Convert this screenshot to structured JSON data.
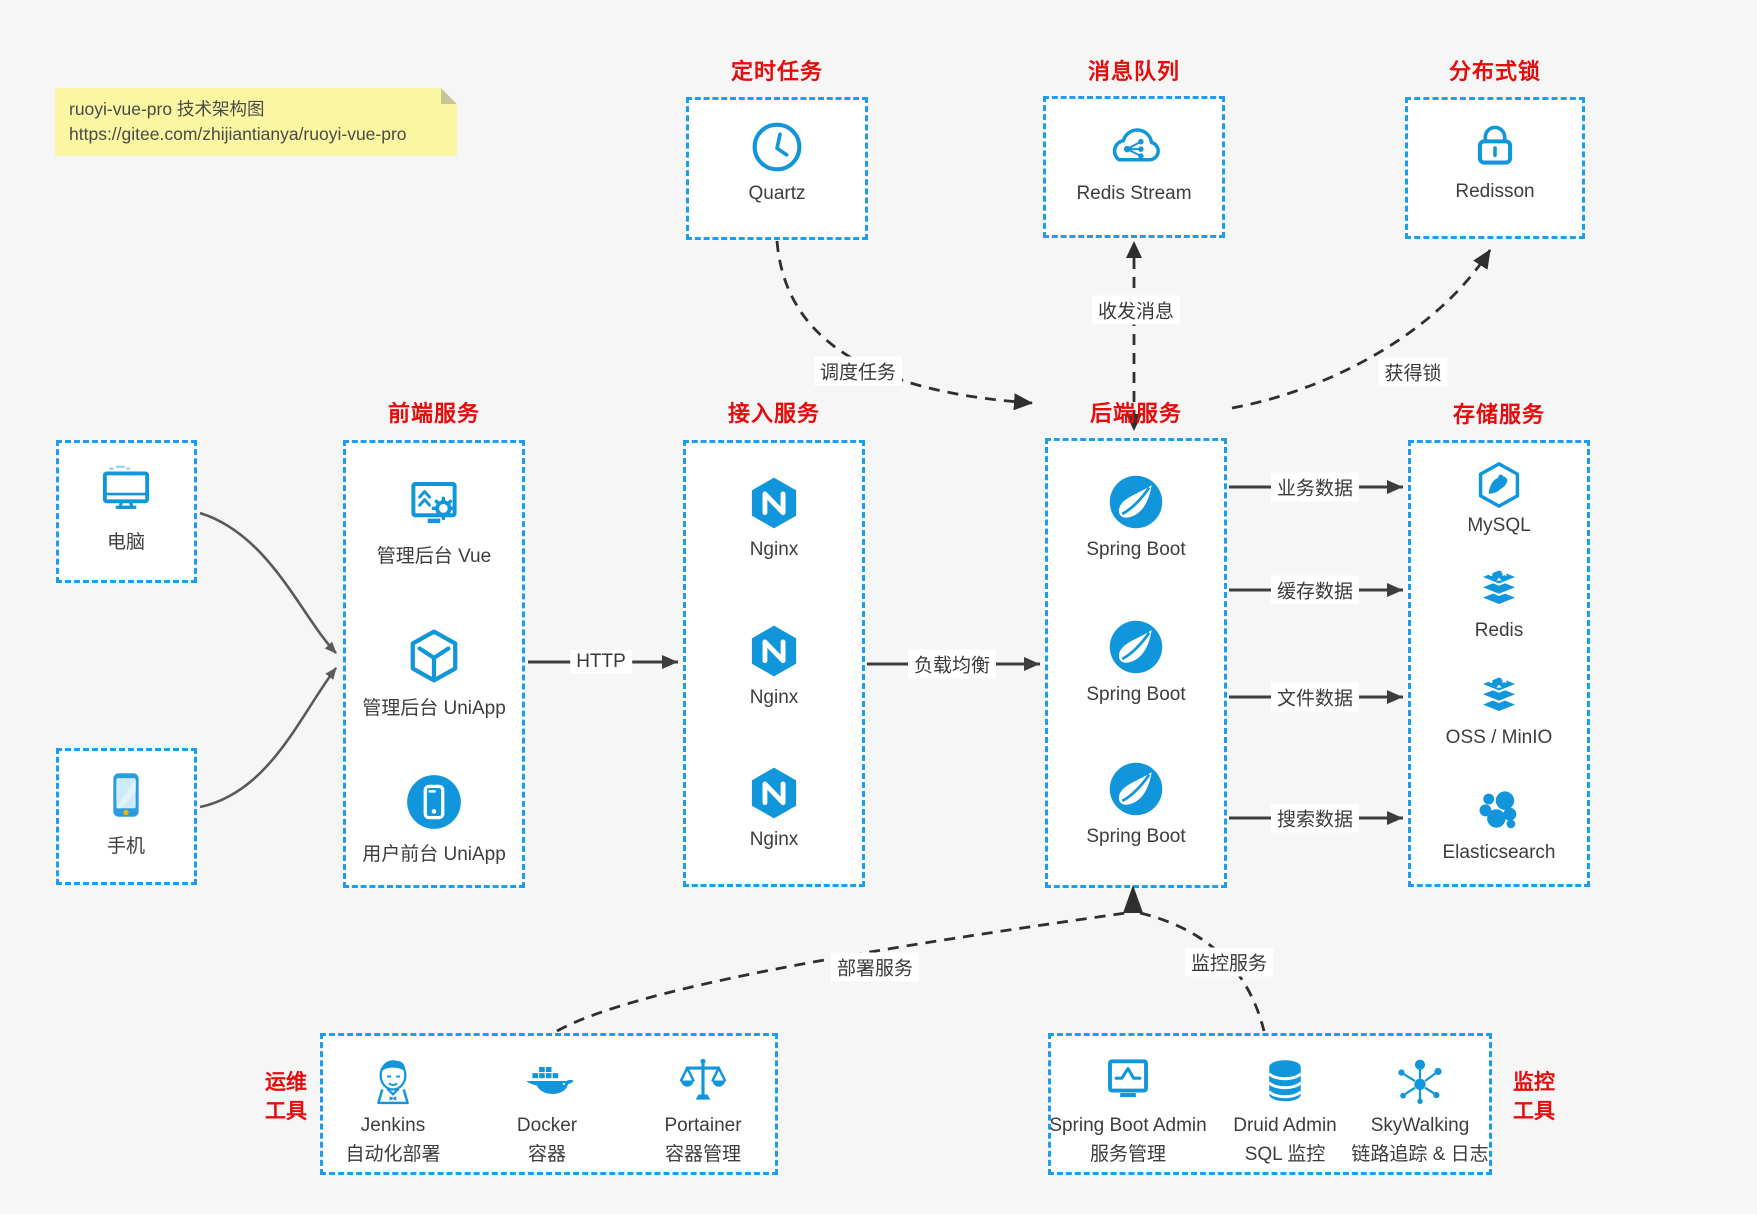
{
  "note": {
    "line1": "ruoyi-vue-pro 技术架构图",
    "line2": "https://gitee.com/zhijiantianya/ruoyi-vue-pro"
  },
  "titles": {
    "scheduler": "定时任务",
    "mq": "消息队列",
    "lock": "分布式锁",
    "frontend": "前端服务",
    "gateway": "接入服务",
    "backend": "后端服务",
    "storage": "存储服务"
  },
  "side_titles": {
    "devops_line1": "运维",
    "devops_line2": "工具",
    "monitor_line1": "监控",
    "monitor_line2": "工具"
  },
  "items": {
    "quartz": {
      "label": "Quartz",
      "icon": "clock-icon"
    },
    "redis_stream": {
      "label": "Redis Stream",
      "icon": "cloud-stream-icon"
    },
    "redisson": {
      "label": "Redisson",
      "icon": "padlock-icon"
    },
    "pc": {
      "label": "电脑",
      "icon": "desktop-icon"
    },
    "mobile": {
      "label": "手机",
      "icon": "smartphone-icon"
    },
    "frontend": [
      {
        "label": "管理后台 Vue",
        "icon": "admin-vue-icon"
      },
      {
        "label": "管理后台 UniApp",
        "icon": "uniapp-cube-icon"
      },
      {
        "label": "用户前台 UniApp",
        "icon": "user-app-icon"
      }
    ],
    "gateway": [
      {
        "label": "Nginx",
        "icon": "nginx-icon"
      },
      {
        "label": "Nginx",
        "icon": "nginx-icon"
      },
      {
        "label": "Nginx",
        "icon": "nginx-icon"
      }
    ],
    "backend": [
      {
        "label": "Spring Boot",
        "icon": "spring-boot-icon"
      },
      {
        "label": "Spring Boot",
        "icon": "spring-boot-icon"
      },
      {
        "label": "Spring Boot",
        "icon": "spring-boot-icon"
      }
    ],
    "storage": [
      {
        "label": "MySQL",
        "icon": "mysql-icon"
      },
      {
        "label": "Redis",
        "icon": "redis-stack-icon"
      },
      {
        "label": "OSS / MinIO",
        "icon": "oss-stack-icon"
      },
      {
        "label": "Elasticsearch",
        "icon": "elasticsearch-icon"
      }
    ],
    "devops": [
      {
        "label": "Jenkins",
        "sublabel": "自动化部署",
        "icon": "jenkins-icon"
      },
      {
        "label": "Docker",
        "sublabel": "容器",
        "icon": "docker-icon"
      },
      {
        "label": "Portainer",
        "sublabel": "容器管理",
        "icon": "portainer-icon"
      }
    ],
    "monitor": [
      {
        "label": "Spring Boot Admin",
        "sublabel": "服务管理",
        "icon": "springboot-admin-icon"
      },
      {
        "label": "Druid Admin",
        "sublabel": "SQL 监控",
        "icon": "druid-icon"
      },
      {
        "label": "SkyWalking",
        "sublabel": "链路追踪 & 日志",
        "icon": "skywalking-icon"
      }
    ]
  },
  "arrows": {
    "http": "HTTP",
    "load_balance": "负载均衡",
    "business": "业务数据",
    "cache": "缓存数据",
    "file": "文件数据",
    "search": "搜索数据",
    "schedule": "调度任务",
    "messaging": "收发消息",
    "lock": "获得锁",
    "deploy": "部署服务",
    "monitoring": "监控服务"
  },
  "colors": {
    "icon_blue": "#1296db",
    "border_blue": "#1b9df2",
    "title_red": "#e60c0c",
    "note_bg": "#fbf6a2",
    "arrow_dark": "#3d3d3d"
  }
}
